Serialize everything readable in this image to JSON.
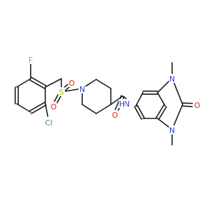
{
  "molecule": {
    "atoms": [
      {
        "id": "F",
        "label": "F",
        "color": "#8fbf3a"
      },
      {
        "id": "Cl",
        "label": "Cl",
        "color": "#3aa33a"
      },
      {
        "id": "S",
        "label": "S",
        "color": "#c9b000"
      },
      {
        "id": "O1",
        "label": "O",
        "color": "#e0251b"
      },
      {
        "id": "O2",
        "label": "O",
        "color": "#e0251b"
      },
      {
        "id": "N1",
        "label": "N",
        "color": "#2a3fd8"
      },
      {
        "id": "NH",
        "label": "N",
        "color": "#2a3fd8"
      },
      {
        "id": "H",
        "label": "H",
        "color": "#2a3fd8"
      },
      {
        "id": "O3",
        "label": "O",
        "color": "#e0251b"
      },
      {
        "id": "N2",
        "label": "N",
        "color": "#2a3fd8"
      },
      {
        "id": "N3",
        "label": "N",
        "color": "#2a3fd8"
      },
      {
        "id": "O4",
        "label": "O",
        "color": "#e0251b"
      }
    ],
    "bond_color": "#1a1a1a"
  }
}
